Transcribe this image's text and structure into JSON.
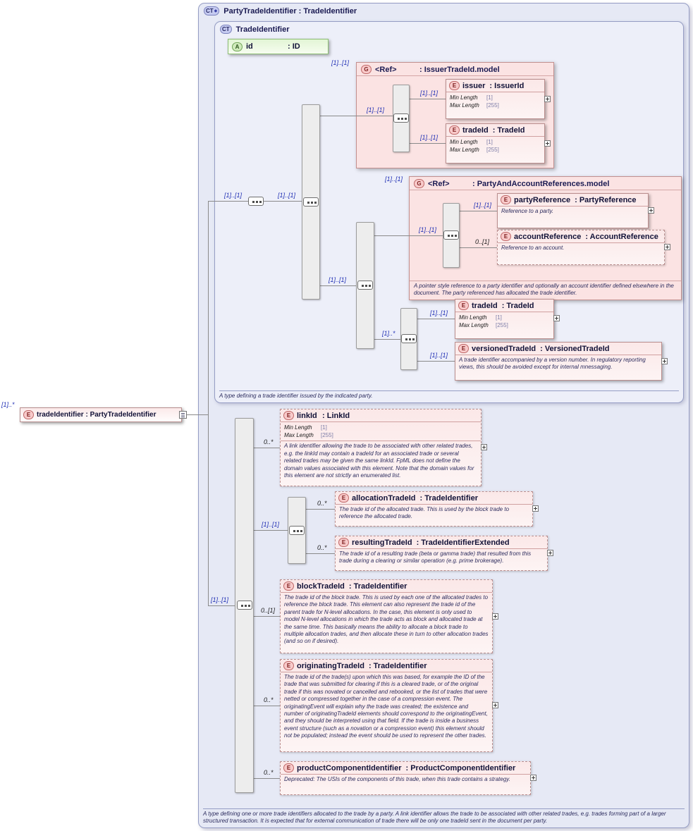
{
  "badges": {
    "complex_type": "CT",
    "element": "E",
    "group": "G",
    "attribute": "A"
  },
  "icons": {
    "diamond_glyph": "◆",
    "expand_glyph": "+"
  },
  "root_element": {
    "cardinality": "[1]..*",
    "label": "tradeIdentifier : PartyTradeIdentifier"
  },
  "party_trade_identifier": {
    "title": "PartyTradeIdentifier : TradeIdentifier",
    "footer": "A type defining one or more trade identifiers allocated to the trade by a party. A link identifier allows the trade to be associated with other related trades, e.g. trades forming part of a larger structured transaction. It is expected that for external communication of trade there will be only one tradeId sent in the document per party."
  },
  "trade_identifier": {
    "title": "TradeIdentifier",
    "footer": "A type defining a trade identifier issued by the indicated party.",
    "attribute_id": {
      "name": "id",
      "type": ": ID"
    },
    "seq_outer_card": "[1]..[1]",
    "seq_inner_card": "[1]..[1]",
    "choice_card": "[1]..[1]",
    "issuer_group": {
      "card": "[1]..[1]",
      "name": "<Ref>",
      "type": ": IssuerTradeId.model",
      "seq_card": "[1]..[1]",
      "issuer": {
        "card": "[1]..[1]",
        "name": "issuer",
        "type": ": IssuerId",
        "min_label": "Min Length",
        "min_value": "[1]",
        "max_label": "Max Length",
        "max_value": "[255]"
      },
      "trade_id": {
        "card": "[1]..[1]",
        "name": "tradeId",
        "type": ": TradeId",
        "min_label": "Min Length",
        "min_value": "[1]",
        "max_label": "Max Length",
        "max_value": "[255]"
      }
    },
    "party_group": {
      "card": "[1]..[1]",
      "name": "<Ref>",
      "type": ": PartyAndAccountReferences.model",
      "seq_card": "[1]..[1]",
      "party_reference": {
        "card": "[1]..[1]",
        "name": "partyReference",
        "type": ": PartyReference",
        "desc": "Reference to a party."
      },
      "account_reference": {
        "card": "0..[1]",
        "name": "accountReference",
        "type": ": AccountReference",
        "desc": "Reference to an account."
      },
      "footer": "A pointer style reference to a party identifier and optionally an account identifier defined elsewhere in the document. The party referenced has allocated the trade identifier."
    },
    "version_seq_card": "[1]..*",
    "trade_id": {
      "card": "[1]..[1]",
      "name": "tradeId",
      "type": ": TradeId",
      "min_label": "Min Length",
      "min_value": "[1]",
      "max_label": "Max Length",
      "max_value": "[255]"
    },
    "versioned_trade_id": {
      "card": "[1]..[1]",
      "name": "versionedTradeId",
      "type": ": VersionedTradeId",
      "desc": "A trade identifier accompanied by a version number. In regulatory reporting views, this should be avoided except for internal mnessaging."
    }
  },
  "extension": {
    "seq_card": "[1]..[1]",
    "link_id": {
      "card": "0..*",
      "name": "linkId",
      "type": ": LinkId",
      "min_label": "Min Length",
      "min_value": "[1]",
      "max_label": "Max Length",
      "max_value": "[255]",
      "desc": "A link identifier allowing the trade to be associated with other related trades, e.g. the linkId may contain a tradeId for an associated trade or several related trades may be given the same linkId. FpML does not define the domain values associated with this element. Note that the domain values for this element are not strictly an enumerated list."
    },
    "alloc_seq_card": "[1]..[1]",
    "allocation_trade_id": {
      "card": "0..*",
      "name": "allocationTradeId",
      "type": ": TradeIdentifier",
      "desc": "The trade id of the allocated trade. This is used by the block trade to reference the allocated trade."
    },
    "resulting_trade_id": {
      "card": "0..*",
      "name": "resultingTradeId",
      "type": ": TradeIdentifierExtended",
      "desc": "The trade id of a resulting trade (beta or gamma trade) that resulted from this trade during a clearing or similar operation (e.g. prime brokerage)."
    },
    "block_trade_id": {
      "card": "0..[1]",
      "name": "blockTradeId",
      "type": ": TradeIdentifier",
      "desc": "The trade id of the block trade. This is used by each one of the allocated trades to reference the block trade. This element can also represent the trade id of the parent trade for N-level allocations. In the case, this element is only used to model N-level allocations in which the trade acts as block and allocated trade at the same time. This basically means the ability to allocate a block trade to multiple allocation trades, and then allocate these in turn to other allocation trades (and so on if desired)."
    },
    "originating_trade_id": {
      "card": "0..*",
      "name": "originatingTradeId",
      "type": ": TradeIdentifier",
      "desc": "The trade id of the trade(s) upon which this was based, for example the ID of the trade that was submitted for clearing if this is a cleared trade, or of the original trade if this was novated or cancelled and rebooked, or the list of trades that were netted or compressed together in the case of a compression event. The originatingEvent will explain why the trade was created; the existence and number of originatingTradeId elements should correspond to the originatingEvent, and they should be interpreted using that field. If the trade is inside a business event structure (such as a novation or a compression event) this element should not be populated; instead the event should be used to represent the other trades."
    },
    "product_component_identifier": {
      "card": "0..*",
      "name": "productComponentIdentifier",
      "type": ": ProductComponentIdentifier",
      "desc": "Deprecated: The USIs of the components of this trade, when this trade contains a strategy."
    }
  }
}
